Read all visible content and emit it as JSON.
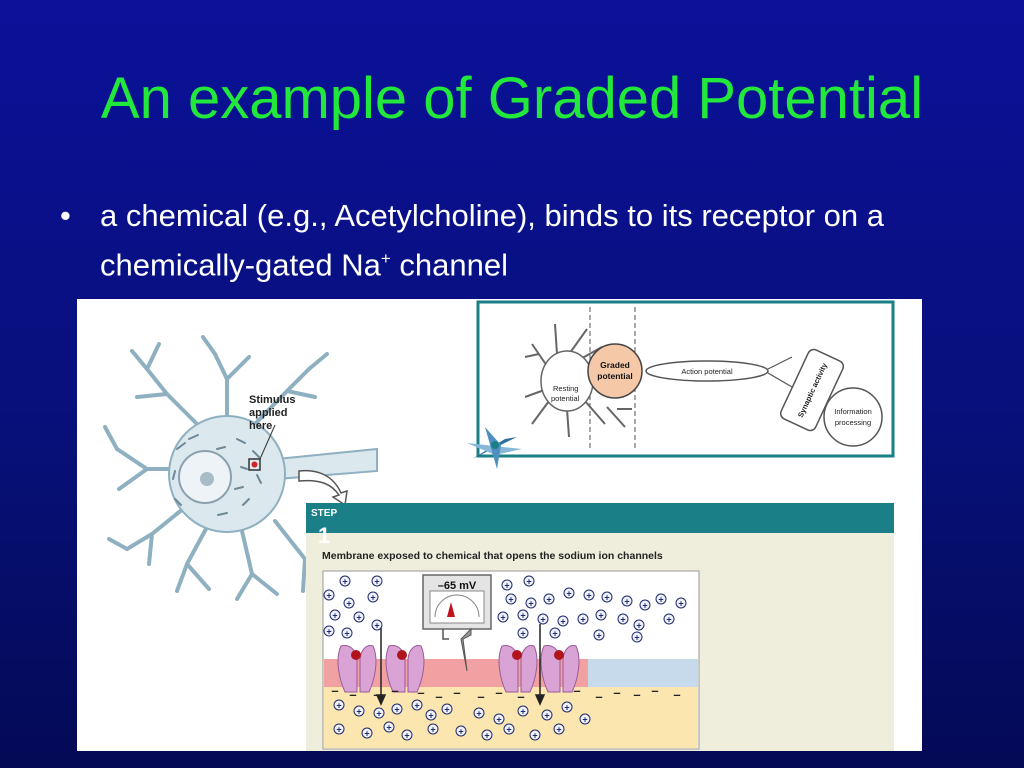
{
  "slide": {
    "title": "An example of Graded Potential",
    "bullet_pre": "a chemical (e.g., Acetylcholine), binds to its receptor on a chemically-gated Na",
    "bullet_sup": "+",
    "bullet_post": " channel"
  },
  "figure": {
    "stimulus_label": [
      "Stimulus",
      "applied",
      "here"
    ],
    "flow": {
      "resting": [
        "Resting",
        "potential"
      ],
      "graded": [
        "Graded",
        "potential"
      ],
      "action": "Action potential",
      "synaptic": "Synaptic activity",
      "information": [
        "Information",
        "processing"
      ]
    },
    "step_label": "STEP",
    "step_number": "1",
    "step_caption": "Membrane exposed to chemical that opens the sodium ion channels",
    "meter_reading": "–65 mV",
    "plus": "+",
    "minus": "–"
  },
  "colors": {
    "background": "#07107a",
    "title": "#22e83c",
    "step_band": "#1a7f86",
    "panel": "#efeedd",
    "membrane_red": "#f2a1a3",
    "membrane_blue": "#c6daec",
    "channel": "#d9a3d6",
    "cytoplasm": "#fbe6b0"
  }
}
